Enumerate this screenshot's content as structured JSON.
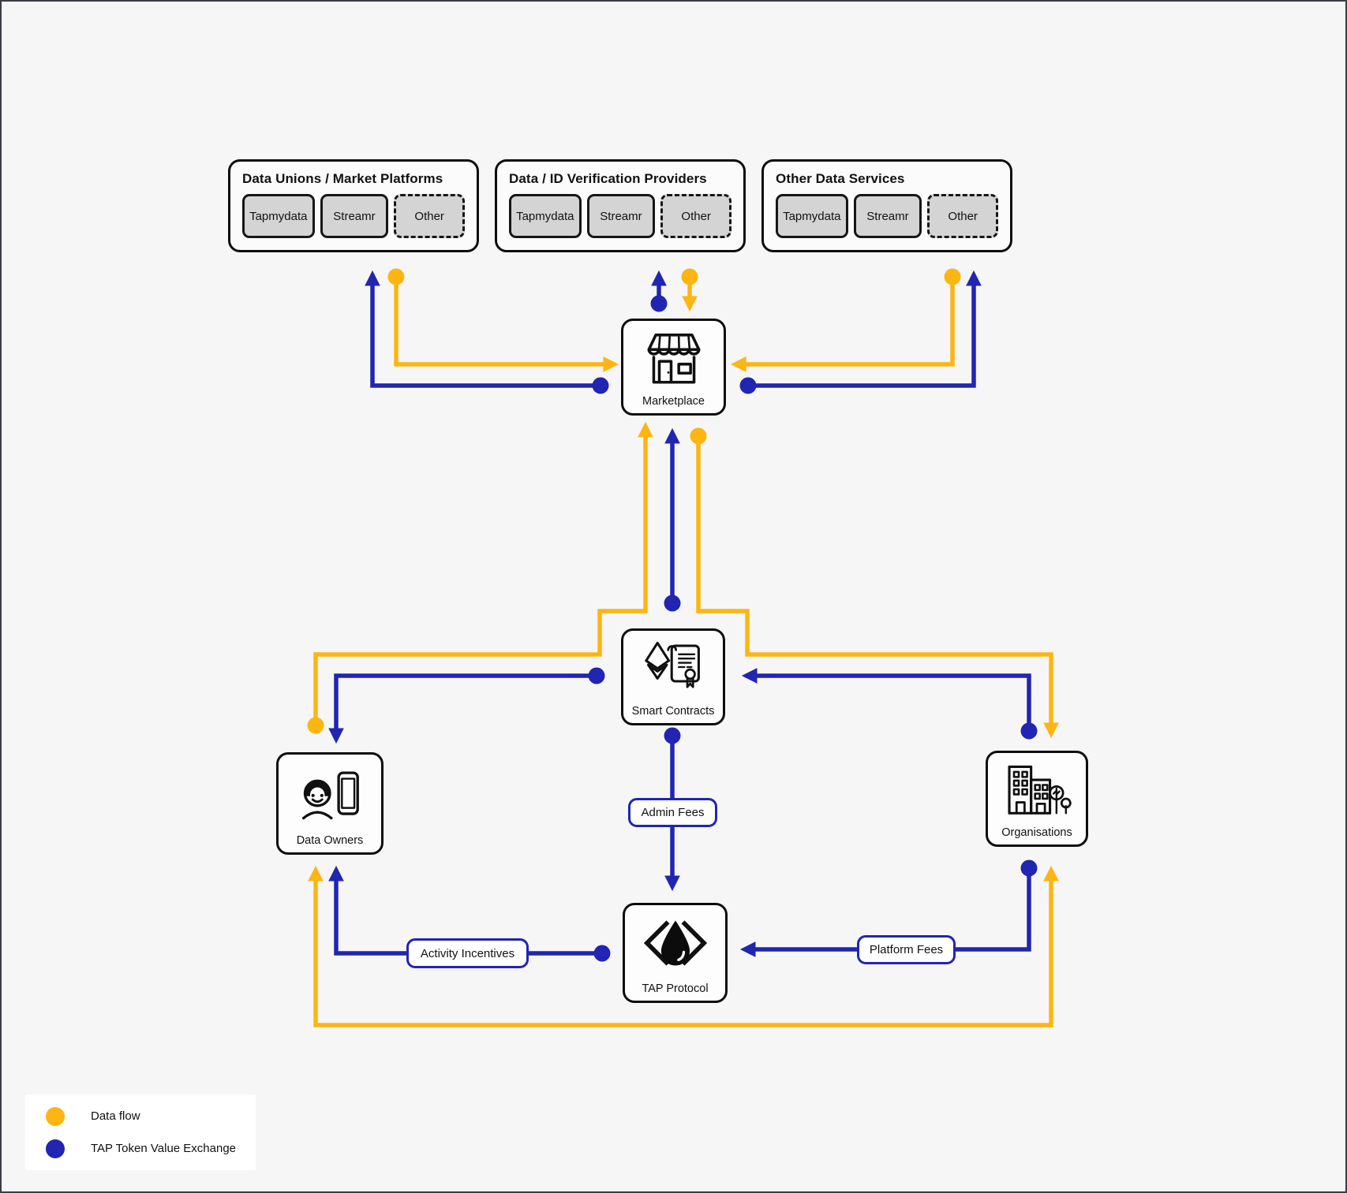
{
  "colors": {
    "data_flow": "#fdb513",
    "token_exchange": "#2125b2"
  },
  "groups": [
    {
      "title": "Data Unions / Market Platforms",
      "chips": [
        {
          "label": "Tapmydata"
        },
        {
          "label": "Streamr"
        },
        {
          "label": "Other"
        }
      ]
    },
    {
      "title": "Data / ID Verification Providers",
      "chips": [
        {
          "label": "Tapmydata"
        },
        {
          "label": "Streamr"
        },
        {
          "label": "Other"
        }
      ]
    },
    {
      "title": "Other Data Services",
      "chips": [
        {
          "label": "Tapmydata"
        },
        {
          "label": "Streamr"
        },
        {
          "label": "Other"
        }
      ]
    }
  ],
  "nodes": {
    "marketplace": {
      "label": "Marketplace"
    },
    "smart_contracts": {
      "label": "Smart Contracts"
    },
    "data_owners": {
      "label": "Data Owners"
    },
    "organisations": {
      "label": "Organisations"
    },
    "tap_protocol": {
      "label": "TAP Protocol"
    }
  },
  "edge_labels": {
    "admin_fees": "Admin Fees",
    "activity_incentives": "Activity Incentives",
    "platform_fees": "Platform Fees"
  },
  "legend": {
    "items": [
      {
        "label": "Data flow",
        "color": "#fdb513"
      },
      {
        "label": "TAP Token Value Exchange",
        "color": "#2125b2"
      }
    ]
  },
  "edges": [
    {
      "from": "Data Unions / Market Platforms",
      "to": "Marketplace",
      "type": "data_flow"
    },
    {
      "from": "Data / ID Verification Providers",
      "to": "Marketplace",
      "type": "data_flow"
    },
    {
      "from": "Other Data Services",
      "to": "Marketplace",
      "type": "data_flow"
    },
    {
      "from": "Marketplace",
      "to": "Data Unions / Market Platforms",
      "type": "token_exchange"
    },
    {
      "from": "Marketplace",
      "to": "Data / ID Verification Providers",
      "type": "token_exchange"
    },
    {
      "from": "Marketplace",
      "to": "Other Data Services",
      "type": "token_exchange"
    },
    {
      "from": "Data Owners",
      "to": "Marketplace",
      "type": "data_flow"
    },
    {
      "from": "Marketplace",
      "to": "Organisations",
      "type": "data_flow"
    },
    {
      "from": "Smart Contracts",
      "to": "Marketplace",
      "type": "token_exchange"
    },
    {
      "from": "Smart Contracts",
      "to": "Data Owners",
      "type": "token_exchange"
    },
    {
      "from": "Organisations",
      "to": "Smart Contracts",
      "type": "token_exchange"
    },
    {
      "from": "Smart Contracts",
      "to": "TAP Protocol",
      "type": "token_exchange",
      "label": "Admin Fees"
    },
    {
      "from": "TAP Protocol",
      "to": "Data Owners",
      "type": "token_exchange",
      "label": "Activity Incentives"
    },
    {
      "from": "Organisations",
      "to": "TAP Protocol",
      "type": "token_exchange",
      "label": "Platform Fees"
    },
    {
      "from": "Data Owners",
      "to": "Organisations",
      "type": "data_flow",
      "bidirectional": true
    }
  ]
}
